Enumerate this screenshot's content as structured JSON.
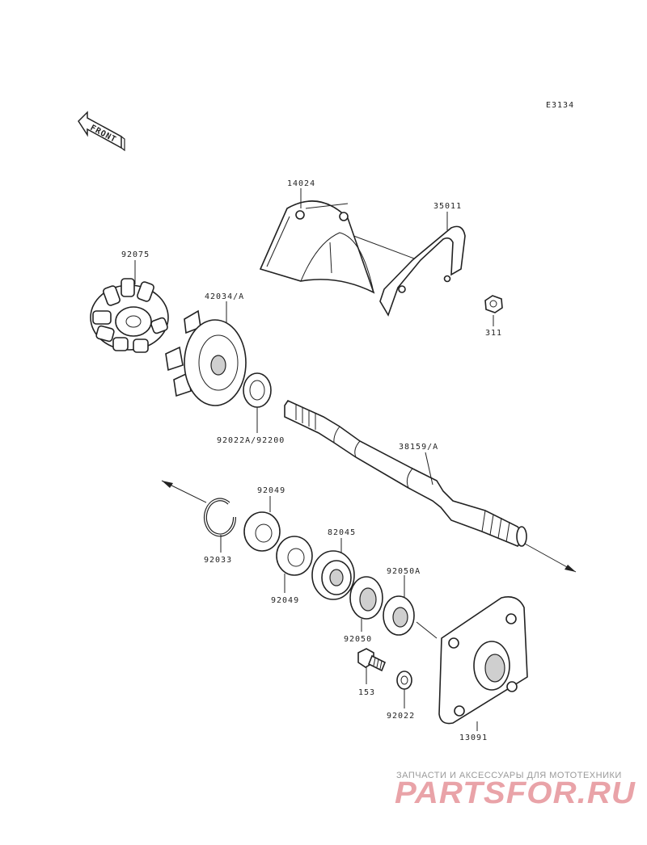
{
  "diagram_code": "E3134",
  "front_label": "FRONT",
  "labels": {
    "p14024": "14024",
    "p35011": "35011",
    "p92075": "92075",
    "p42034": "42034/A",
    "p311": "311",
    "p92022A": "92022A/92200",
    "p38159": "38159/A",
    "p92049a": "92049",
    "p92033": "92033",
    "p92049b": "92049",
    "p82045": "82045",
    "p92050A": "92050A",
    "p92050": "92050",
    "p153": "153",
    "p92022": "92022",
    "p13091": "13091"
  },
  "watermark": {
    "tagline": "ЗАПЧАСТИ И АКСЕССУАРЫ ДЛЯ МОТОТЕХНИКИ",
    "brand": "PARTSFOR.RU"
  }
}
